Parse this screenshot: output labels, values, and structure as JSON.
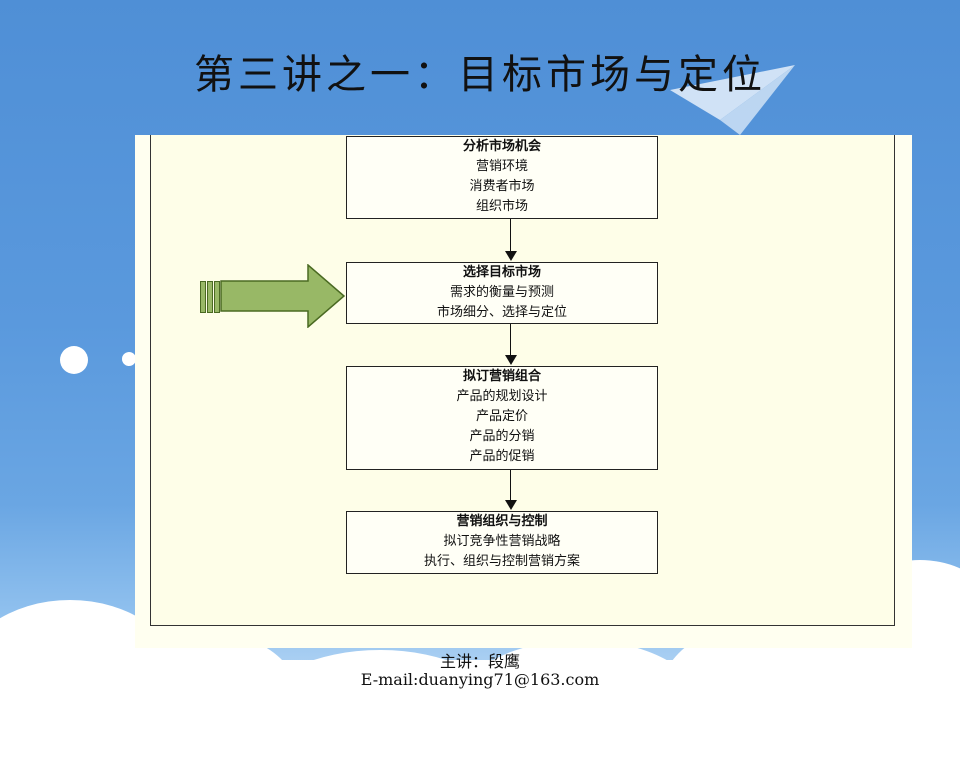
{
  "title": "第三讲之一：目标市场与定位",
  "boxes": [
    {
      "heading": "分析市场机会",
      "lines": [
        "营销环境",
        "消费者市场",
        "组织市场"
      ]
    },
    {
      "heading": "选择目标市场",
      "lines": [
        "需求的衡量与预测",
        "市场细分、选择与定位"
      ]
    },
    {
      "heading": "拟订营销组合",
      "lines": [
        "产品的规划设计",
        "产品定价",
        "产品的分销",
        "产品的促销"
      ]
    },
    {
      "heading": "营销组织与控制",
      "lines": [
        "拟订竞争性营销战略",
        "执行、组织与控制营销方案"
      ]
    }
  ],
  "footer": {
    "lecturer": "主讲：段鹰",
    "email": "E-mail:duanying71@163.com"
  },
  "colors": {
    "sky": "#5a99dd",
    "diagram_bg": "#fefee8",
    "pointer_arrow": "#98b866"
  }
}
